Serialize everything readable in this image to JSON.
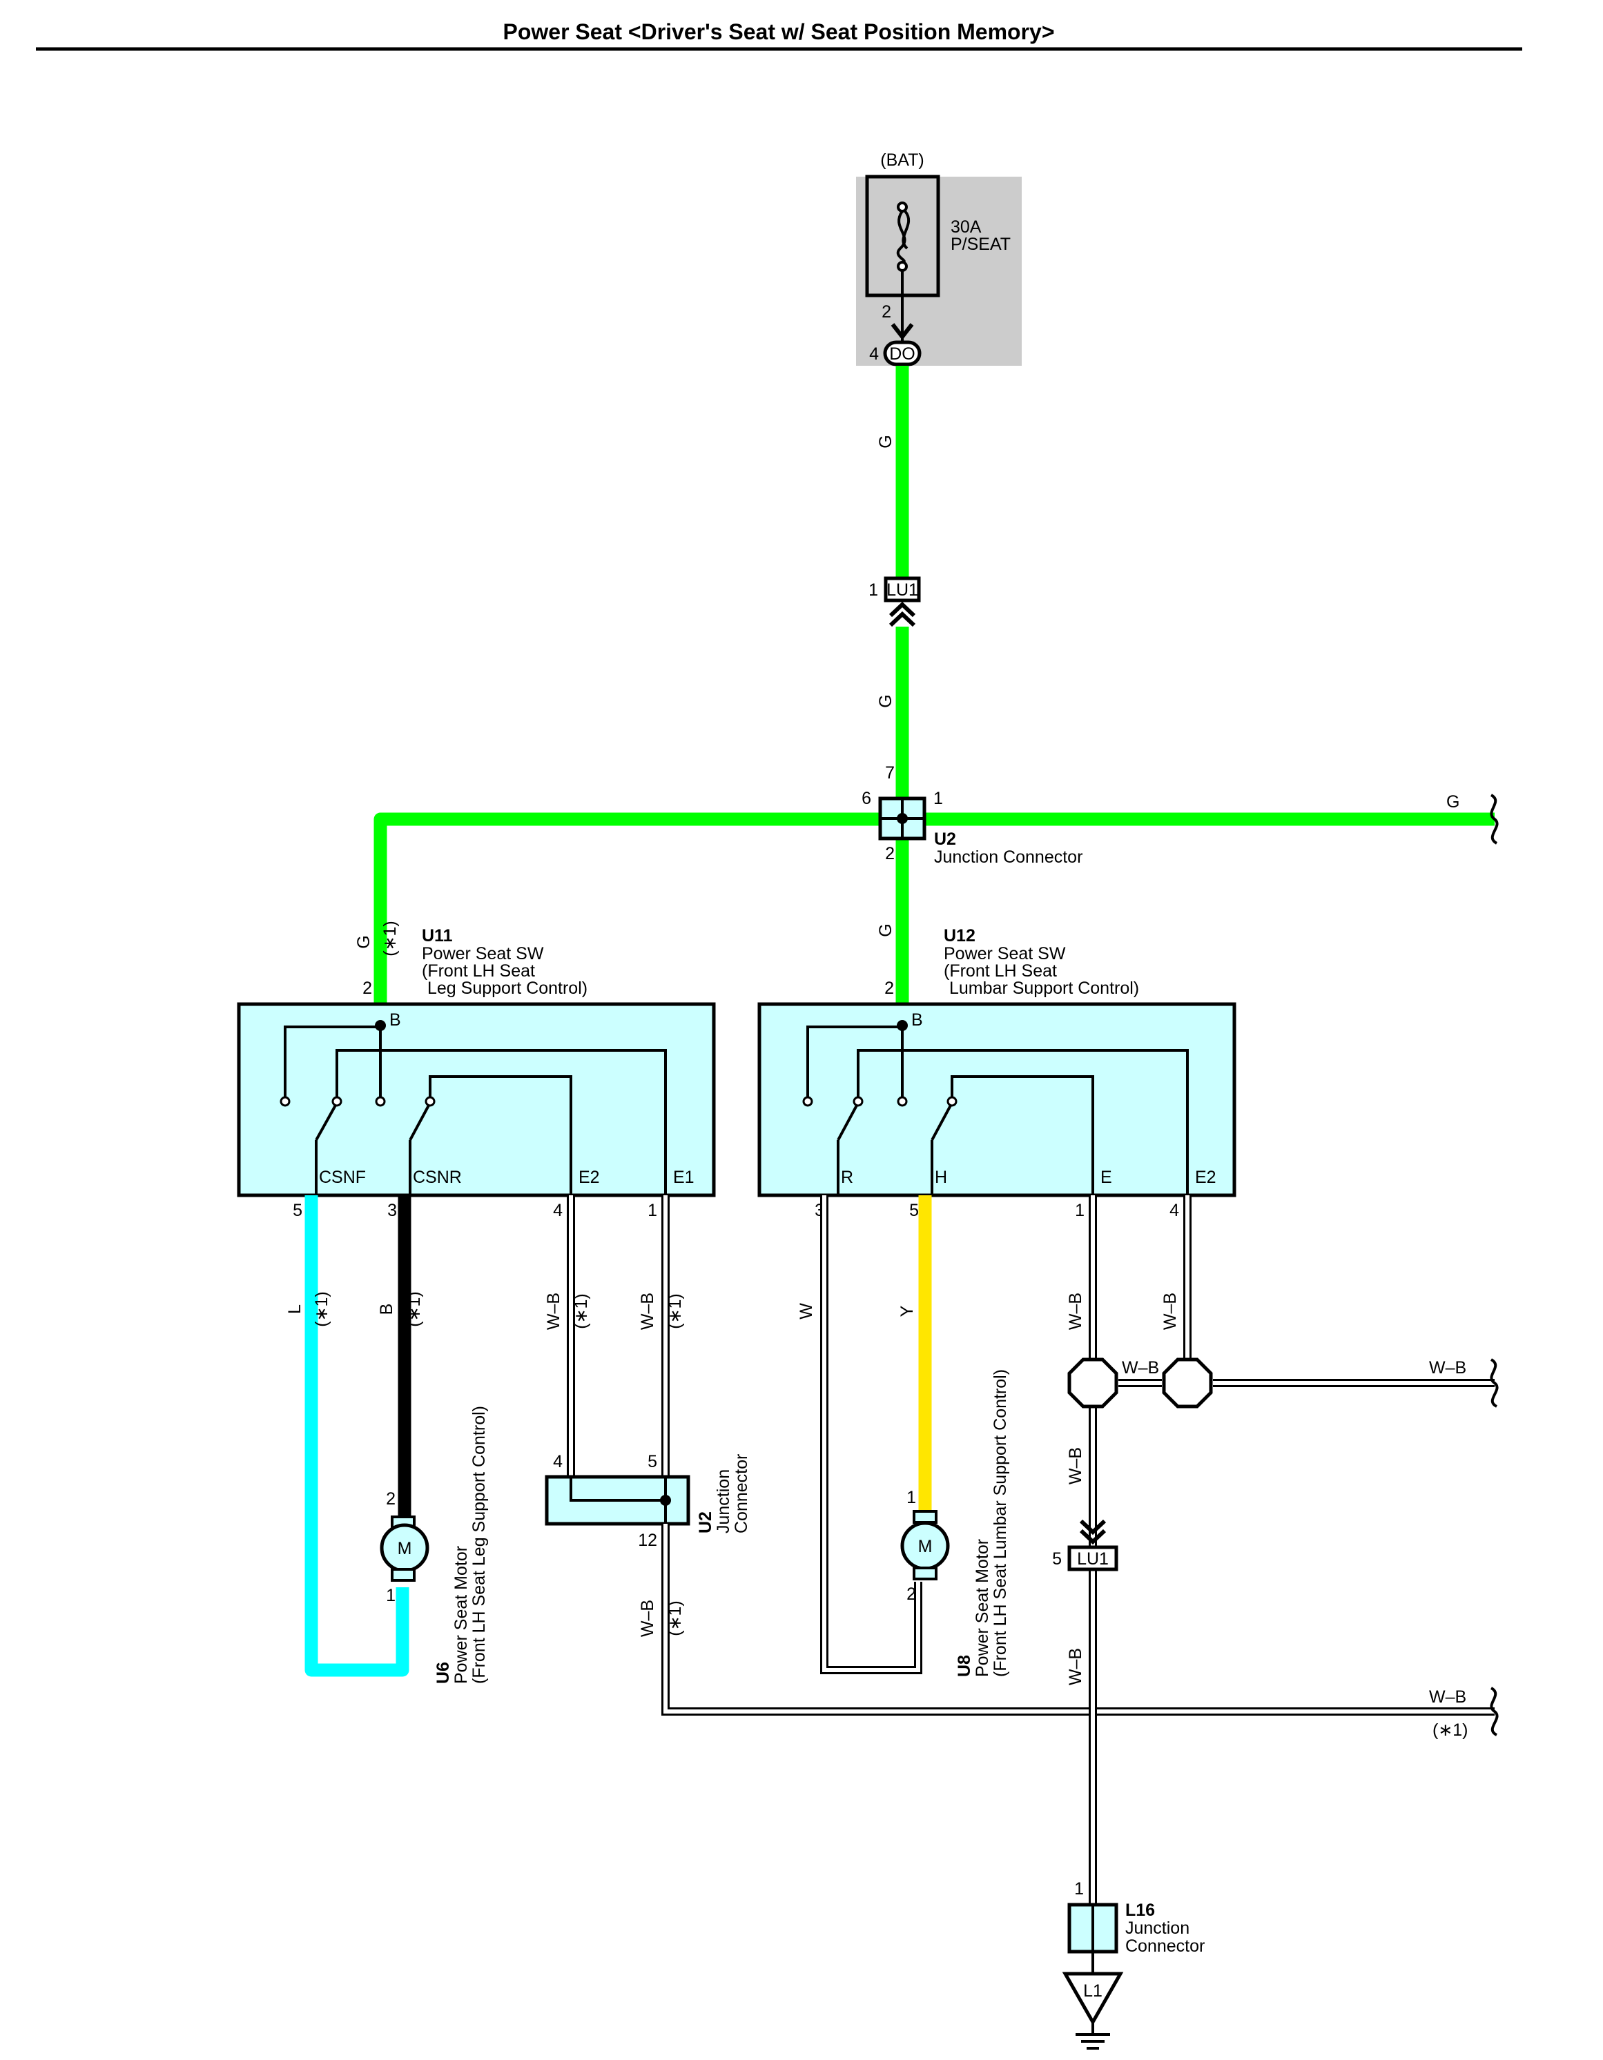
{
  "title": "Power Seat <Driver's Seat w/ Seat Position Memory>",
  "colors": {
    "green": "#00ff00",
    "cyan": "#00ffff",
    "black": "#000000",
    "yellow": "#ffe600",
    "white_wire": "#ffffff",
    "box": "#ccffff",
    "fuse_bg": "#cccccc"
  },
  "fuse": {
    "source": "(BAT)",
    "rating": "30A",
    "name": "P/SEAT",
    "pin": "2",
    "connector": "DO",
    "connector_pin": "4"
  },
  "wires": {
    "g": "G",
    "l": "L",
    "b": "B",
    "wb": "W–B",
    "w": "W",
    "y": "Y",
    "note": "(∗1)"
  },
  "lu1": {
    "id": "LU1",
    "top_pin": "1",
    "bottom_pin": "5"
  },
  "u2_top": {
    "id": "U2",
    "name": "Junction Connector",
    "pin_top": "7",
    "pin_left": "6",
    "pin_right": "1",
    "pin_bottom": "2"
  },
  "u11": {
    "id": "U11",
    "name_line1": "Power Seat SW",
    "name_line2": "(Front LH Seat",
    "name_line3": "Leg Support Control)",
    "pin_in": "2",
    "term_b": "B",
    "terms": [
      "CSNF",
      "CSNR",
      "E2",
      "E1"
    ],
    "pins": [
      "5",
      "3",
      "4",
      "1"
    ]
  },
  "u12": {
    "id": "U12",
    "name_line1": "Power Seat SW",
    "name_line2": "(Front LH Seat",
    "name_line3": "Lumbar Support Control)",
    "pin_in": "2",
    "term_b": "B",
    "terms": [
      "R",
      "H",
      "E",
      "E2"
    ],
    "pins": [
      "3",
      "5",
      "1",
      "4"
    ]
  },
  "u2_low": {
    "id": "U2",
    "name_line1": "Junction",
    "name_line2": "Connector",
    "pin_a": "4",
    "pin_b": "5",
    "pin_c": "12"
  },
  "u6": {
    "id": "U6",
    "name_line1": "Power Seat Motor",
    "name_line2": "(Front LH Seat Leg Support Control)",
    "motor": "M",
    "pin_top": "2",
    "pin_bottom": "1"
  },
  "u8": {
    "id": "U8",
    "name_line1": "Power Seat Motor",
    "name_line2": "(Front LH Seat Lumbar Support Control)",
    "motor": "M",
    "pin_top": "1",
    "pin_bottom": "2"
  },
  "l16": {
    "id": "L16",
    "name_line1": "Junction",
    "name_line2": "Connector",
    "pin": "1"
  },
  "ground": {
    "id": "L1"
  }
}
